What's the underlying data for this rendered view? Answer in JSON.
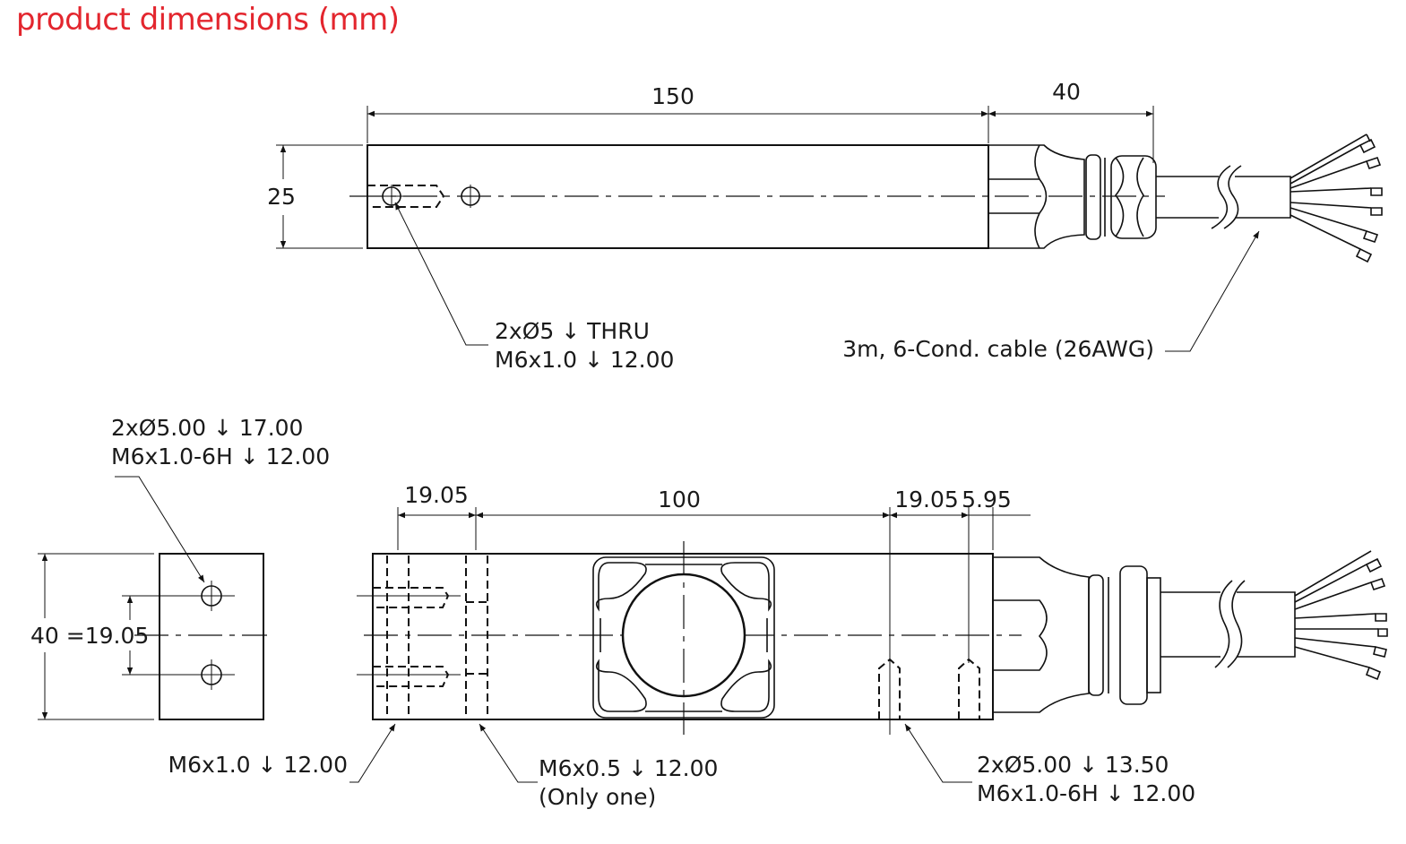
{
  "title": "product dimensions (mm)",
  "accent_color": "#e3262e",
  "top_view": {
    "dim_length": "150",
    "dim_connector": "40",
    "dim_height": "25",
    "hole_note_1": "2xØ5 ↓ THRU",
    "hole_note_2": "M6x1.0  ↓ 12.00",
    "cable_note": "3m, 6-Cond. cable (26AWG)"
  },
  "end_view": {
    "hole_note_1": "2xØ5.00 ↓ 17.00",
    "hole_note_2": "M6x1.0-6H ↓ 12.00",
    "dim_height": "40 =19.05"
  },
  "side_view": {
    "dim_left": "19.05",
    "dim_center": "100",
    "dim_right_1": "19.05",
    "dim_right_2": "5.95",
    "note_left": "M6x1.0  ↓ 12.00",
    "note_mid_1": "M6x0.5  ↓ 12.00",
    "note_mid_2": "(Only one)",
    "note_right_1": "2xØ5.00 ↓ 13.50",
    "note_right_2": "M6x1.0-6H ↓ 12.00"
  }
}
